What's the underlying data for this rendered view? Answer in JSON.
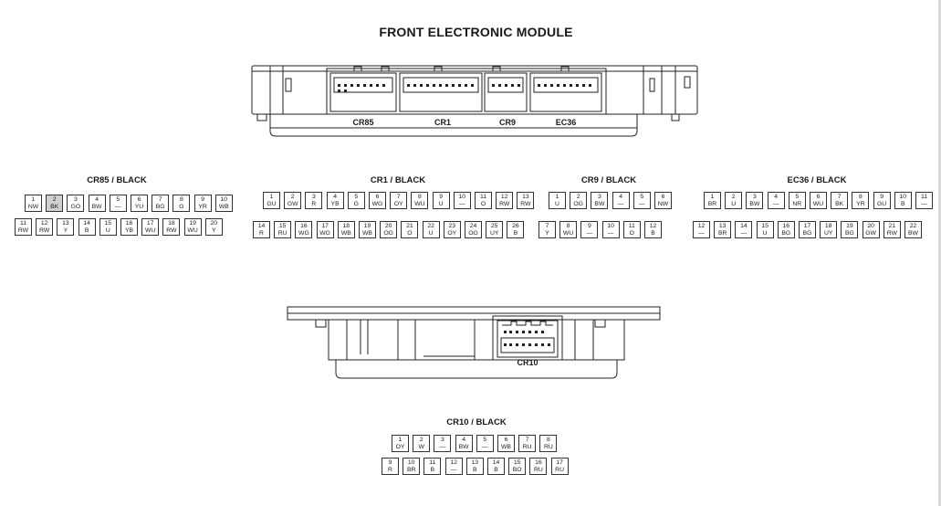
{
  "title": "FRONT ELECTRONIC MODULE",
  "module_labels": {
    "cr85": "CR85",
    "cr1": "CR1",
    "cr9": "CR9",
    "ec36": "EC36",
    "cr10": "CR10"
  },
  "connectors": [
    {
      "heading": "CR85 / BLACK",
      "row1": [
        {
          "n": "1",
          "c": "NW"
        },
        {
          "n": "2",
          "c": "BK",
          "gray": true
        },
        {
          "n": "3",
          "c": "GO"
        },
        {
          "n": "4",
          "c": "BW"
        },
        {
          "n": "5",
          "c": "—"
        },
        {
          "n": "6",
          "c": "YU"
        },
        {
          "n": "7",
          "c": "BG"
        },
        {
          "n": "8",
          "c": "G"
        },
        {
          "n": "9",
          "c": "YR"
        },
        {
          "n": "10",
          "c": "WB"
        }
      ],
      "row2": [
        {
          "n": "11",
          "c": "RW"
        },
        {
          "n": "12",
          "c": "RW"
        },
        {
          "n": "13",
          "c": "Y"
        },
        {
          "n": "14",
          "c": "B"
        },
        {
          "n": "15",
          "c": "U"
        },
        {
          "n": "16",
          "c": "YB"
        },
        {
          "n": "17",
          "c": "WU"
        },
        {
          "n": "18",
          "c": "RW"
        },
        {
          "n": "19",
          "c": "WU"
        },
        {
          "n": "20",
          "c": "Y"
        }
      ]
    },
    {
      "heading": "CR1 / BLACK",
      "row1": [
        {
          "n": "1",
          "c": "GU"
        },
        {
          "n": "2",
          "c": "GW"
        },
        {
          "n": "3",
          "c": "R"
        },
        {
          "n": "4",
          "c": "YB"
        },
        {
          "n": "5",
          "c": "G"
        },
        {
          "n": "6",
          "c": "WG"
        },
        {
          "n": "7",
          "c": "OY"
        },
        {
          "n": "8",
          "c": "WU"
        },
        {
          "n": "9",
          "c": "U"
        },
        {
          "n": "10",
          "c": "—"
        },
        {
          "n": "11",
          "c": "O"
        },
        {
          "n": "12",
          "c": "RW"
        },
        {
          "n": "13",
          "c": "RW"
        }
      ],
      "row2": [
        {
          "n": "14",
          "c": "R"
        },
        {
          "n": "15",
          "c": "RU"
        },
        {
          "n": "16",
          "c": "WG"
        },
        {
          "n": "17",
          "c": "WG"
        },
        {
          "n": "18",
          "c": "WB"
        },
        {
          "n": "19",
          "c": "WB"
        },
        {
          "n": "20",
          "c": "OG"
        },
        {
          "n": "21",
          "c": "O"
        },
        {
          "n": "22",
          "c": "U"
        },
        {
          "n": "23",
          "c": "OY"
        },
        {
          "n": "24",
          "c": "OG"
        },
        {
          "n": "25",
          "c": "UY"
        },
        {
          "n": "26",
          "c": "B"
        }
      ]
    },
    {
      "heading": "CR9 / BLACK",
      "row1": [
        {
          "n": "1",
          "c": "U"
        },
        {
          "n": "2",
          "c": "OG"
        },
        {
          "n": "3",
          "c": "BW"
        },
        {
          "n": "4",
          "c": "—"
        },
        {
          "n": "5",
          "c": "—"
        },
        {
          "n": "6",
          "c": "NW"
        }
      ],
      "row2": [
        {
          "n": "7",
          "c": "Y"
        },
        {
          "n": "8",
          "c": "WU"
        },
        {
          "n": "9",
          "c": "—"
        },
        {
          "n": "10",
          "c": "—"
        },
        {
          "n": "11",
          "c": "O"
        },
        {
          "n": "12",
          "c": "B"
        }
      ]
    },
    {
      "heading": "EC36 / BLACK",
      "row1": [
        {
          "n": "1",
          "c": "BR"
        },
        {
          "n": "2",
          "c": "U"
        },
        {
          "n": "3",
          "c": "BW"
        },
        {
          "n": "4",
          "c": "—"
        },
        {
          "n": "5",
          "c": "NR"
        },
        {
          "n": "6",
          "c": "WU"
        },
        {
          "n": "7",
          "c": "BK"
        },
        {
          "n": "8",
          "c": "YR"
        },
        {
          "n": "9",
          "c": "GU"
        },
        {
          "n": "10",
          "c": "B"
        },
        {
          "n": "11",
          "c": "—"
        }
      ],
      "row2": [
        {
          "n": "12",
          "c": "—"
        },
        {
          "n": "13",
          "c": "BR"
        },
        {
          "n": "14",
          "c": "—"
        },
        {
          "n": "15",
          "c": "U"
        },
        {
          "n": "16",
          "c": "BG"
        },
        {
          "n": "17",
          "c": "BG"
        },
        {
          "n": "18",
          "c": "UY"
        },
        {
          "n": "19",
          "c": "BG"
        },
        {
          "n": "20",
          "c": "GW"
        },
        {
          "n": "21",
          "c": "RW"
        },
        {
          "n": "22",
          "c": "BW"
        }
      ]
    },
    {
      "heading": "CR10 / BLACK",
      "row1": [
        {
          "n": "1",
          "c": "OY"
        },
        {
          "n": "2",
          "c": "W"
        },
        {
          "n": "3",
          "c": "—"
        },
        {
          "n": "4",
          "c": "BW"
        },
        {
          "n": "5",
          "c": "—"
        },
        {
          "n": "6",
          "c": "WB"
        },
        {
          "n": "7",
          "c": "RU"
        },
        {
          "n": "8",
          "c": "RU"
        }
      ],
      "row2": [
        {
          "n": "9",
          "c": "R"
        },
        {
          "n": "10",
          "c": "BR"
        },
        {
          "n": "11",
          "c": "B"
        },
        {
          "n": "12",
          "c": "—"
        },
        {
          "n": "13",
          "c": "B"
        },
        {
          "n": "14",
          "c": "B"
        },
        {
          "n": "15",
          "c": "BO"
        },
        {
          "n": "16",
          "c": "RU"
        },
        {
          "n": "17",
          "c": "RU"
        }
      ]
    }
  ]
}
